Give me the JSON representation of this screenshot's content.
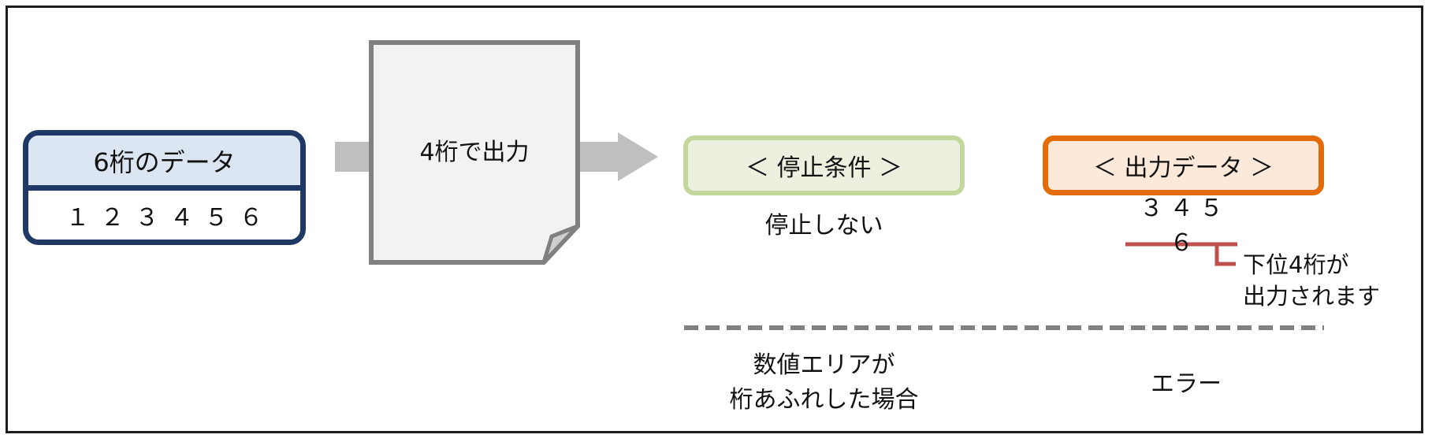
{
  "input": {
    "header": "6桁のデータ",
    "value": "１２３４５６"
  },
  "process": {
    "label": "4桁で出力"
  },
  "condition": {
    "header": "＜ 停止条件 ＞",
    "normal_result": "停止しない",
    "overflow_label_line1": "数値エリアが",
    "overflow_label_line2": "桁あふれした場合"
  },
  "output": {
    "header": "＜ 出力データ ＞",
    "value": "３４５６",
    "note_line1": "下位4桁が",
    "note_line2": "出力されます",
    "overflow_result": "エラー"
  },
  "colors": {
    "input_border": "#1f3864",
    "input_header_fill": "#dce6f2",
    "condition_border": "#c3d69b",
    "condition_fill": "#ebf1de",
    "output_border": "#e36c0a",
    "output_fill": "#fde9d9",
    "bracket_line": "#c0504d",
    "arrow": "#bfbfbf",
    "document_border": "#808080",
    "document_fill": "#f2f2f2",
    "divider": "#808080"
  },
  "icons": [
    "right-arrow-icon",
    "document-icon"
  ]
}
